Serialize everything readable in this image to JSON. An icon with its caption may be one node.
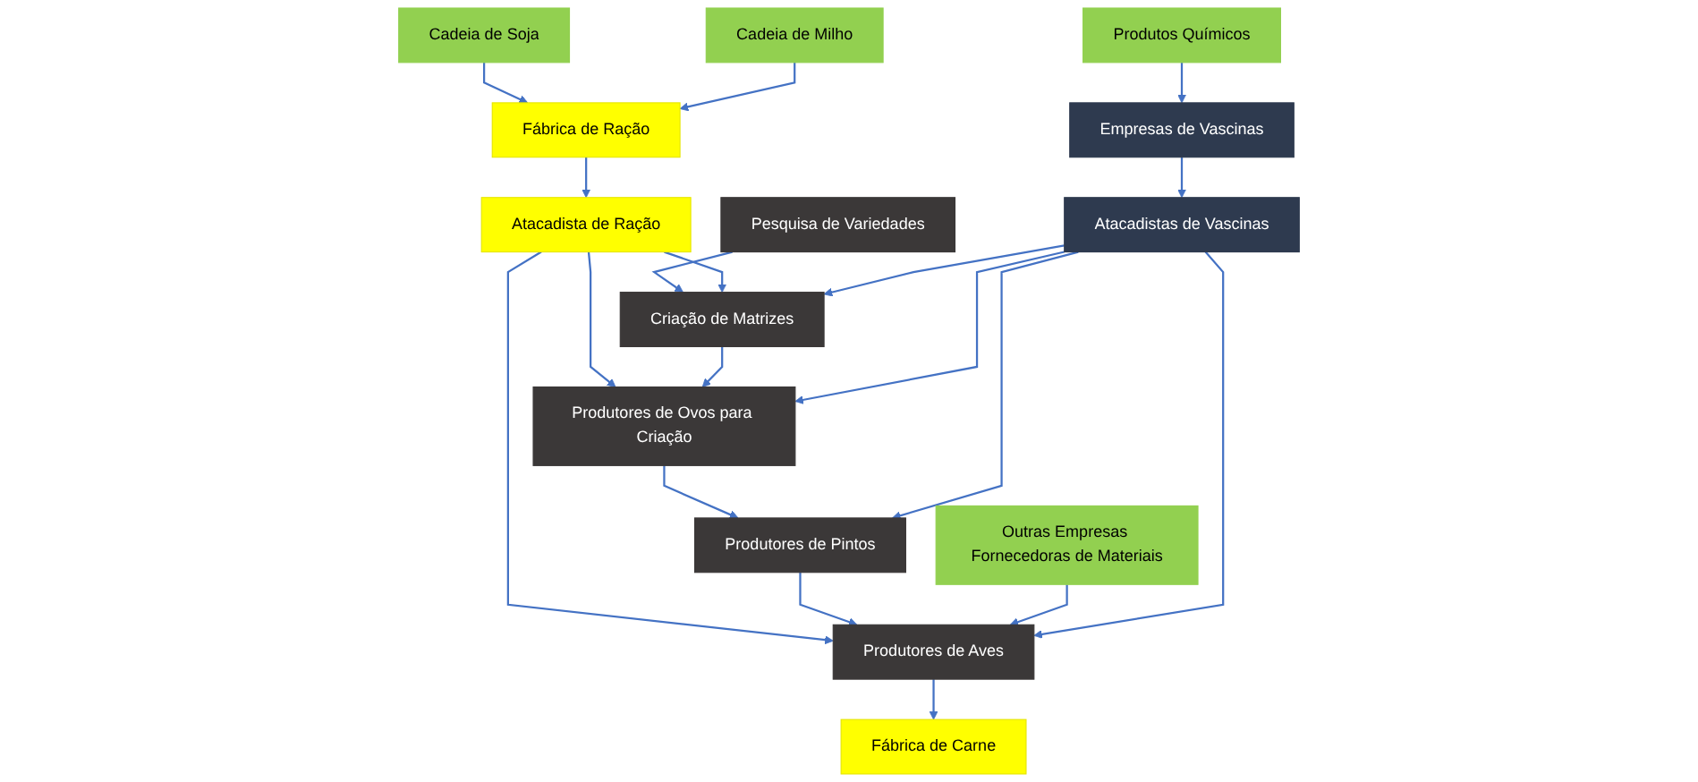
{
  "diagram": {
    "nodes": [
      {
        "text": [
          "Cadeia de Soja"
        ]
      },
      {
        "text": [
          "Cadeia de Milho"
        ]
      },
      {
        "text": [
          "Pesquisa de Variedades"
        ]
      },
      {
        "text": [
          "Produtos Químicos"
        ]
      },
      {
        "text": [
          "Outras Empresas Fornecedoras de Materiais"
        ]
      },
      {
        "text": [
          "Fábrica de Ração"
        ]
      },
      {
        "text": [
          "Criação de Matrizes"
        ]
      },
      {
        "text": [
          "Empresas de Vascinas"
        ]
      },
      {
        "text": [
          "Produtores de Ovos para Criação"
        ]
      },
      {
        "text": [
          "Atacadista de Ração"
        ]
      },
      {
        "text": [
          "Produtores de Pintos"
        ]
      },
      {
        "text": [
          "Atacadistas de Vascinas"
        ]
      },
      {
        "text": [
          "Produtores de Aves"
        ]
      },
      {
        "text": [
          "Fábrica de Carne"
        ]
      }
    ],
    "edges": [
      {
        "from": 0,
        "to": 5,
        "arrow": "to"
      },
      {
        "from": 1,
        "to": 5,
        "arrow": "to"
      },
      {
        "from": 2,
        "to": 6,
        "arrow": "to"
      },
      {
        "from": 3,
        "to": 7,
        "arrow": "to"
      },
      {
        "from": 5,
        "to": 9,
        "arrow": "to"
      },
      {
        "from": 9,
        "to": 6,
        "arrow": "to"
      },
      {
        "from": 9,
        "to": 8,
        "arrow": "to"
      },
      {
        "from": 6,
        "to": 8,
        "arrow": "to"
      },
      {
        "from": 8,
        "to": 10,
        "arrow": "to"
      },
      {
        "from": 7,
        "to": 11,
        "arrow": "to"
      },
      {
        "from": 11,
        "to": 6,
        "arrow": "to"
      },
      {
        "from": 11,
        "to": 8,
        "arrow": "to"
      },
      {
        "from": 11,
        "to": 10,
        "arrow": "to"
      },
      {
        "from": 9,
        "to": 12,
        "arrow": "to"
      },
      {
        "from": 10,
        "to": 12,
        "arrow": "to"
      },
      {
        "from": 4,
        "to": 12,
        "arrow": "to"
      },
      {
        "from": 11,
        "to": 12,
        "arrow": "to"
      },
      {
        "from": 12,
        "to": 13,
        "arrow": "to"
      }
    ]
  }
}
